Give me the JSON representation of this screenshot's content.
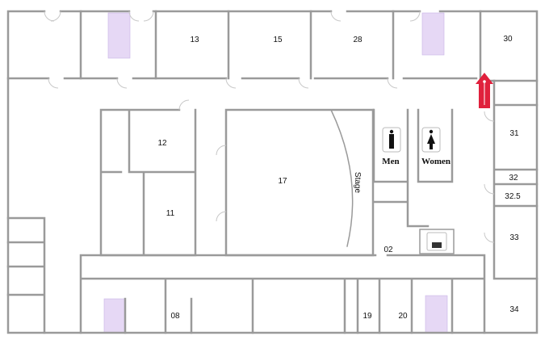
{
  "rooms": {
    "r13": "13",
    "r15": "15",
    "r28": "28",
    "r30": "30",
    "r12": "12",
    "r11": "11",
    "r17": "17",
    "stage": "Stage",
    "men": "Men",
    "women": "Women",
    "r31": "31",
    "r32": "32",
    "r32_5": "32.5",
    "r33": "33",
    "r34": "34",
    "r02": "02",
    "r08": "08",
    "r19": "19",
    "r20": "20"
  },
  "icons": {
    "you_are_here": "red-arrow-up",
    "men": "man-icon",
    "women": "woman-icon",
    "elevator": "elevator-icon",
    "stairs": "stairs-icon"
  },
  "colors": {
    "wall": "#9a9a9a",
    "stairs": "#e6d8f5",
    "marker": "#e0203c"
  }
}
